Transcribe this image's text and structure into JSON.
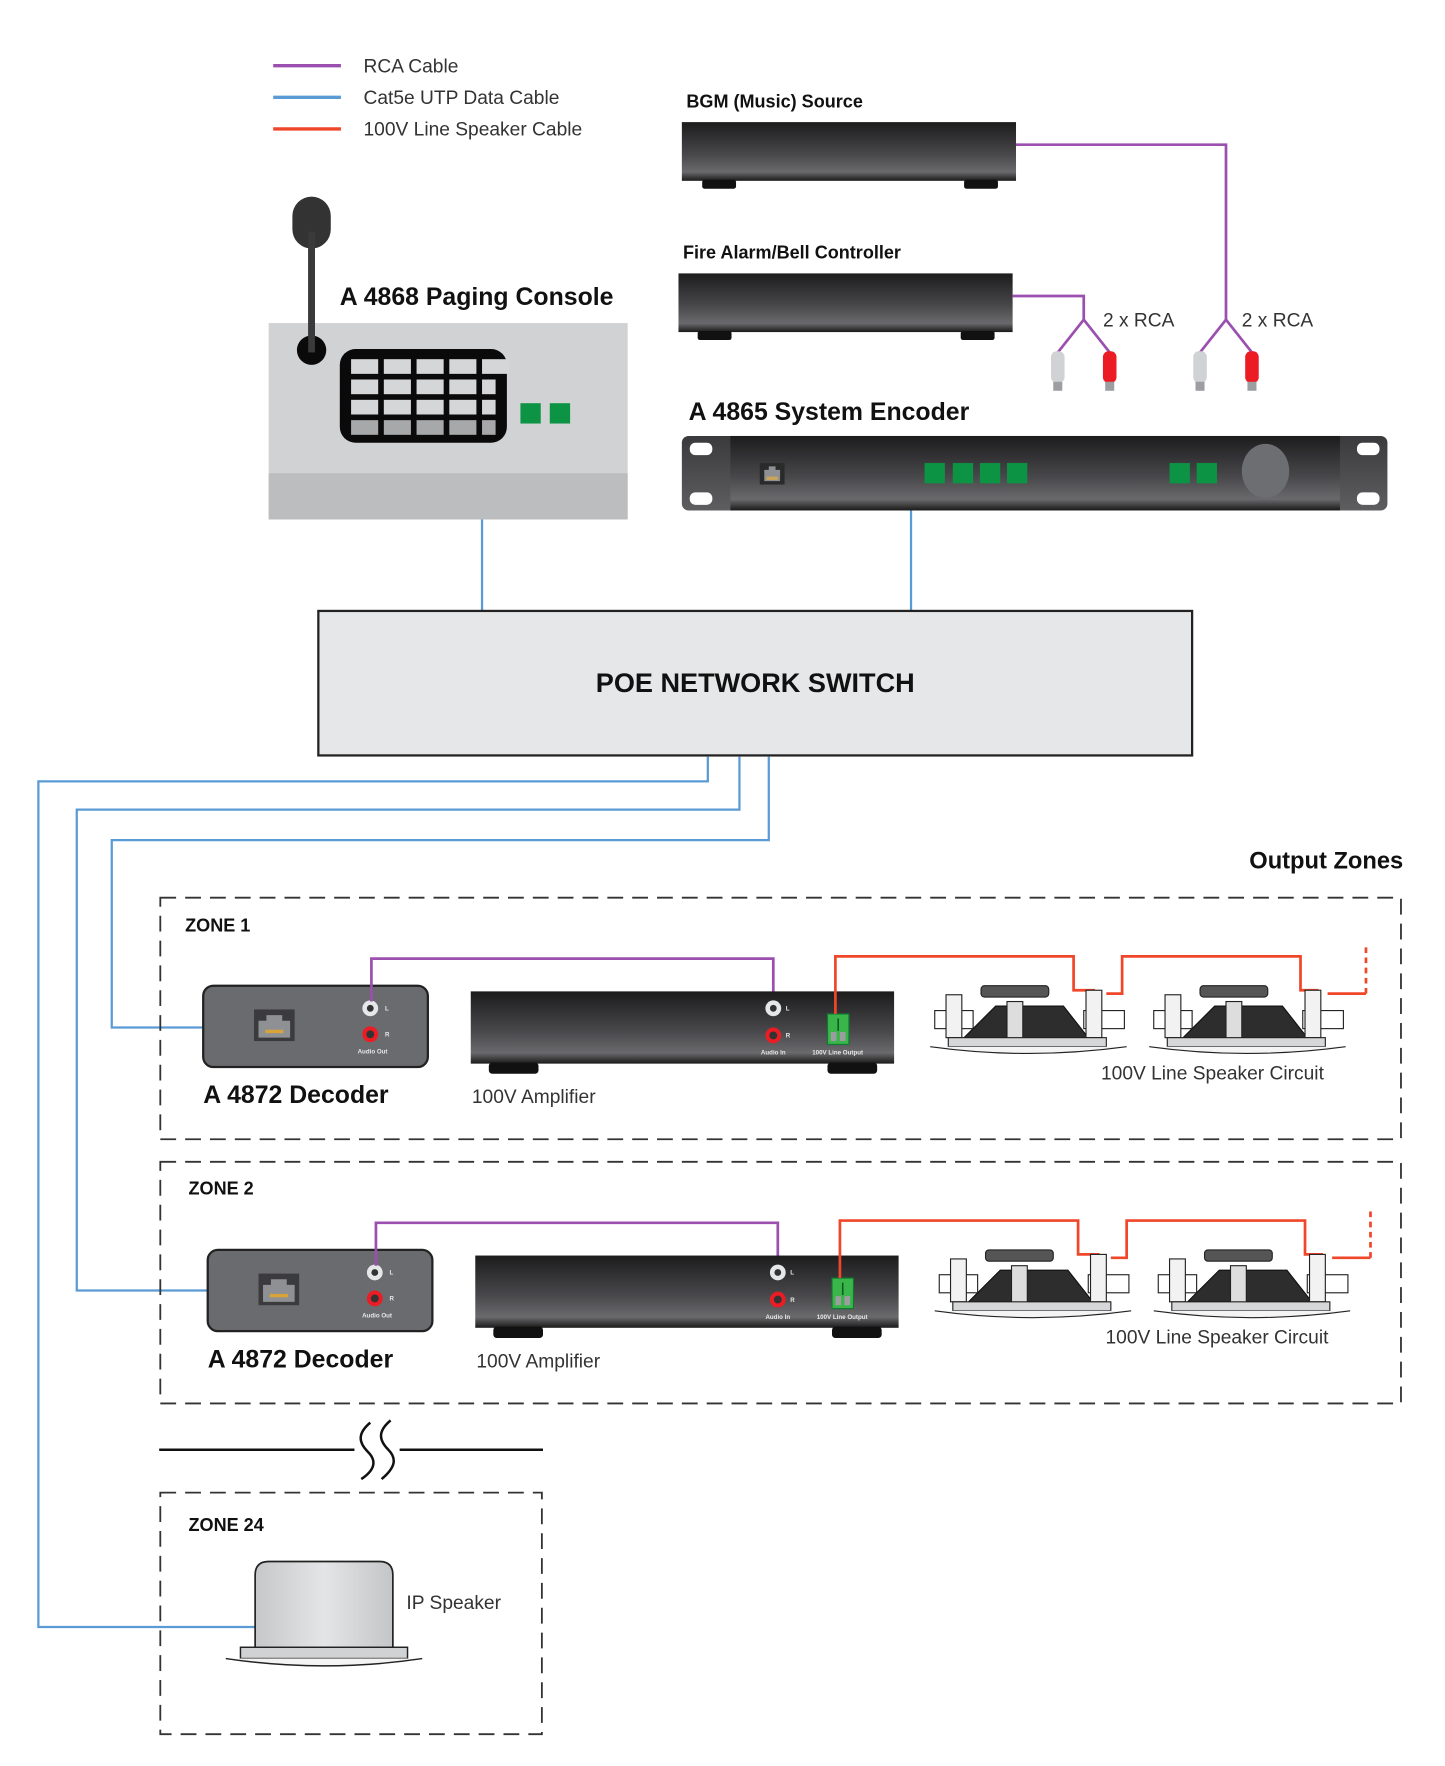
{
  "colors": {
    "rca_cable": "#9b4fae",
    "cat5e_cable": "#5b9bd5",
    "speaker_cable": "#f0462a",
    "led_green": "#0c9444",
    "rca_red": "#ec1c24",
    "device_dark": "#2e2e30",
    "console_gray": "#d1d2d4"
  },
  "legend": [
    {
      "label": "RCA Cable",
      "color": "#9b4fae"
    },
    {
      "label": "Cat5e UTP Data Cable",
      "color": "#5b9bd5"
    },
    {
      "label": "100V Line Speaker Cable",
      "color": "#f0462a"
    }
  ],
  "sources": {
    "bgm": {
      "label": "BGM (Music) Source"
    },
    "fire_alarm": {
      "label": "Fire Alarm/Bell Controller"
    },
    "rca_pair_1": "2 x RCA",
    "rca_pair_2": "2 x RCA"
  },
  "paging_console": {
    "label": "A 4868 Paging Console"
  },
  "encoder": {
    "label": "A 4865 System Encoder"
  },
  "switch": {
    "label": "POE NETWORK SWITCH"
  },
  "output_zones_title": "Output Zones",
  "zones": [
    {
      "title": "ZONE 1",
      "decoder_label": "A 4872 Decoder",
      "decoder_jack_l": "L",
      "decoder_jack_r": "R",
      "decoder_audio_out": "Audio Out",
      "amp_label": "100V Amplifier",
      "amp_jack_l": "L",
      "amp_jack_r": "R",
      "amp_audio_in": "Audio In",
      "amp_line_output": "100V Line Output",
      "speaker_circuit_label": "100V Line Speaker Circuit"
    },
    {
      "title": "ZONE 2",
      "decoder_label": "A 4872 Decoder",
      "decoder_jack_l": "L",
      "decoder_jack_r": "R",
      "decoder_audio_out": "Audio Out",
      "amp_label": "100V Amplifier",
      "amp_jack_l": "L",
      "amp_jack_r": "R",
      "amp_audio_in": "Audio In",
      "amp_line_output": "100V Line Output",
      "speaker_circuit_label": "100V Line Speaker Circuit"
    },
    {
      "title": "ZONE 24",
      "device_label": "IP Speaker"
    }
  ]
}
